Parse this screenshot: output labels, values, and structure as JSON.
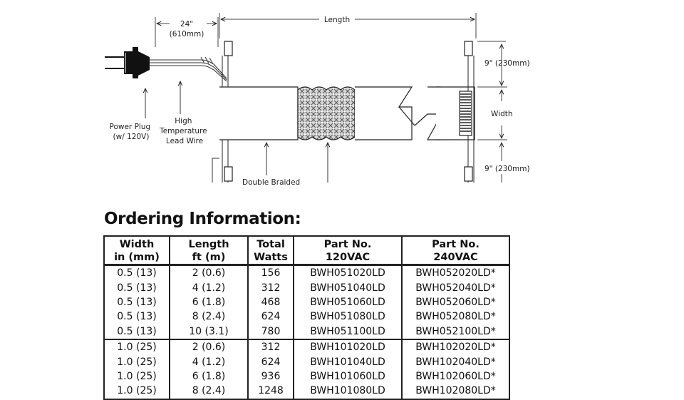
{
  "diagram": {
    "dim_lead_wire": "24\"",
    "dim_lead_wire_mm": "(610mm)",
    "dim_length": "Length",
    "dim_top_extension": "9\" (230mm)",
    "dim_width": "Width",
    "dim_bottom_extension": "9\" (230mm)",
    "label_power_plug": [
      "Power Plug",
      "(w/ 120V)"
    ],
    "label_lead_wire": [
      "High",
      "Temperature",
      "Lead Wire"
    ],
    "label_braided_cut": "Double Braided"
  },
  "ordering": {
    "title": "Ordering Information:",
    "headers": [
      [
        "Width",
        "in (mm)"
      ],
      [
        "Length",
        "ft (m)"
      ],
      [
        "Total",
        "Watts"
      ],
      [
        "Part No.",
        "120VAC"
      ],
      [
        "Part No.",
        "240VAC"
      ]
    ],
    "rows": [
      {
        "width": "0.5 (13)",
        "length": "2  (0.6)",
        "watts": "156",
        "part120": "BWH051020LD",
        "part240": "BWH052020LD*"
      },
      {
        "width": "0.5 (13)",
        "length": "4  (1.2)",
        "watts": "312",
        "part120": "BWH051040LD",
        "part240": "BWH052040LD*"
      },
      {
        "width": "0.5 (13)",
        "length": "6  (1.8)",
        "watts": "468",
        "part120": "BWH051060LD",
        "part240": "BWH052060LD*"
      },
      {
        "width": "0.5 (13)",
        "length": "8  (2.4)",
        "watts": "624",
        "part120": "BWH051080LD",
        "part240": "BWH052080LD*"
      },
      {
        "width": "0.5 (13)",
        "length": "10 (3.1)",
        "watts": "780",
        "part120": "BWH051100LD",
        "part240": "BWH052100LD*"
      },
      {
        "width": "1.0 (25)",
        "length": "2  (0.6)",
        "watts": "312",
        "part120": "BWH101020LD",
        "part240": "BWH102020LD*"
      },
      {
        "width": "1.0 (25)",
        "length": "4  (1.2)",
        "watts": "624",
        "part120": "BWH101040LD",
        "part240": "BWH102040LD*"
      },
      {
        "width": "1.0 (25)",
        "length": "6  (1.8)",
        "watts": "936",
        "part120": "BWH101060LD",
        "part240": "BWH102060LD*"
      },
      {
        "width": "1.0 (25)",
        "length": "8  (2.4)",
        "watts": "1248",
        "part120": "BWH101080LD",
        "part240": "BWH102080LD*"
      }
    ]
  }
}
